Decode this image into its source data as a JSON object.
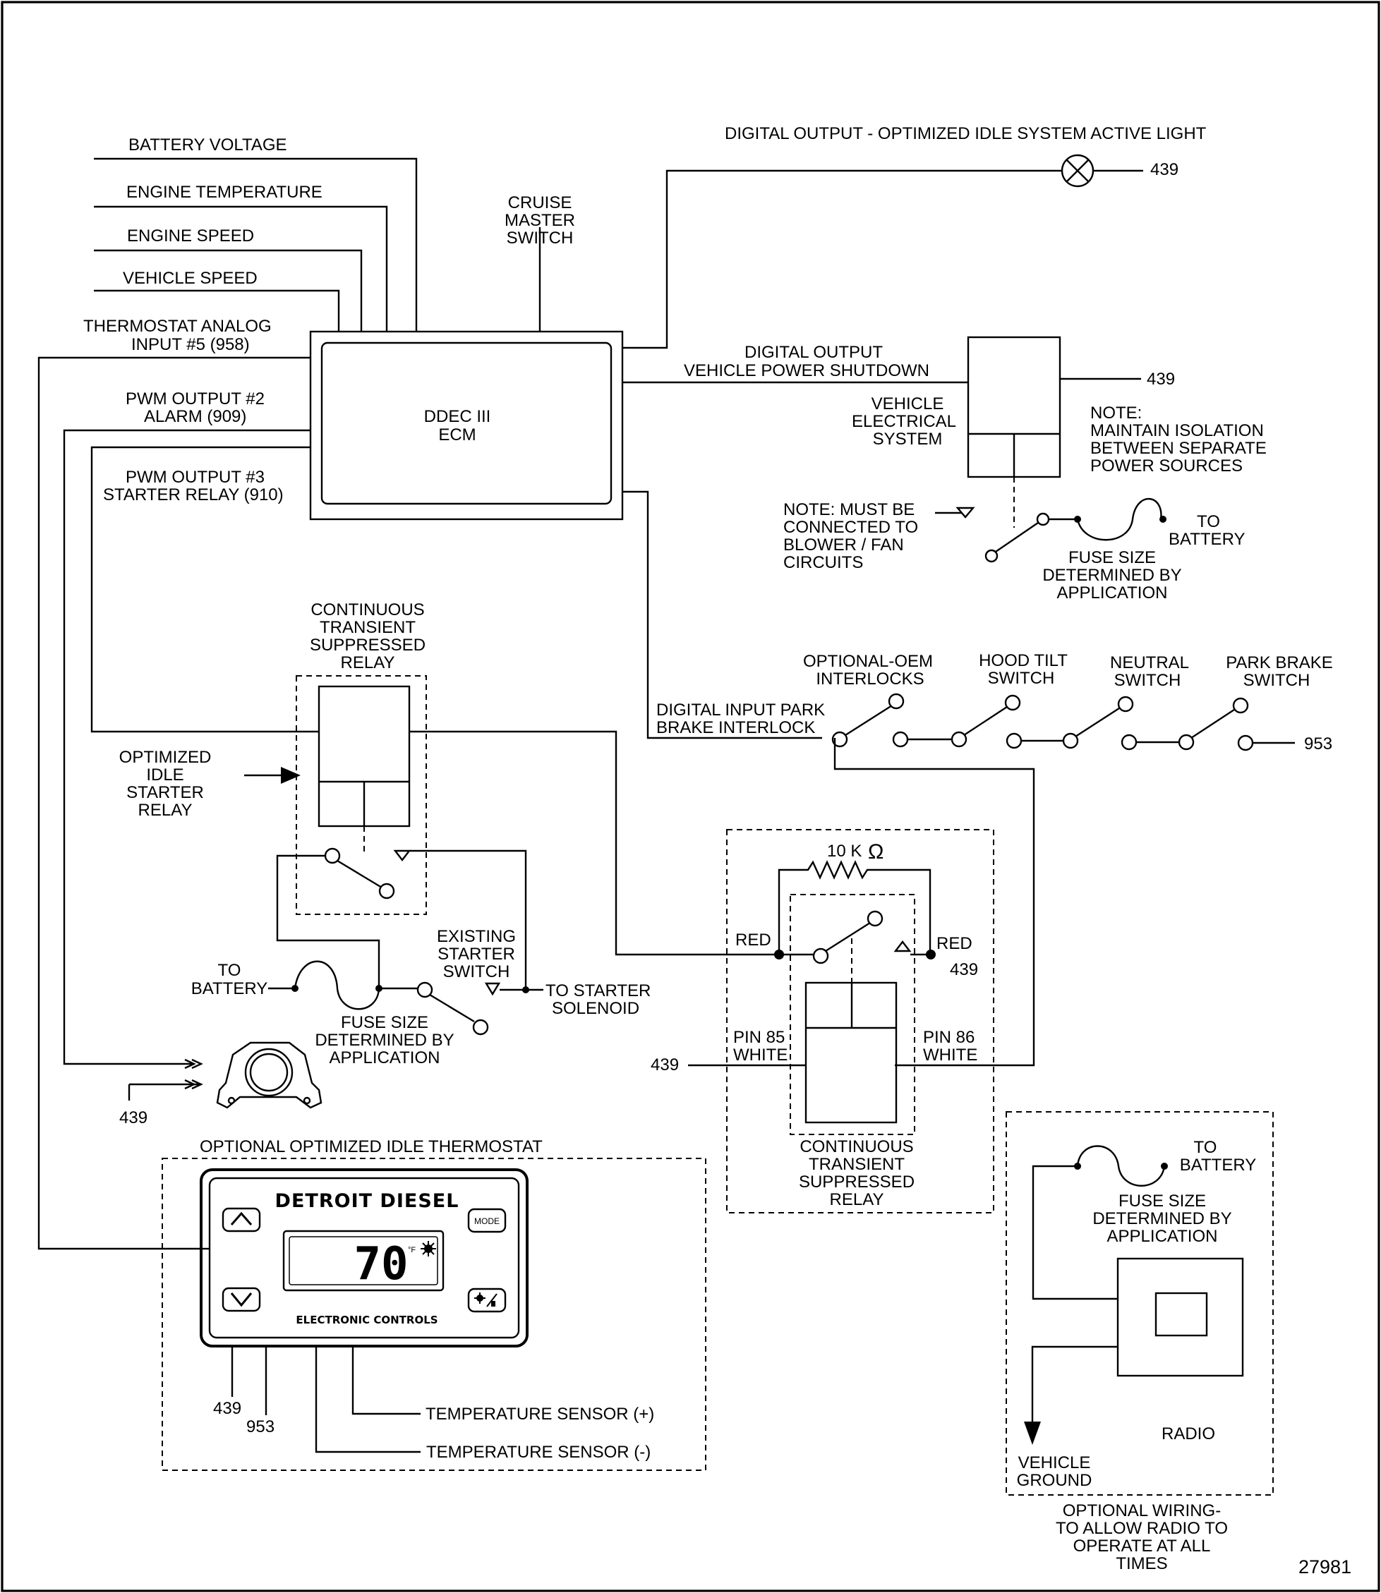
{
  "labels": {
    "battery_voltage": "BATTERY VOLTAGE",
    "engine_temperature": "ENGINE TEMPERATURE",
    "engine_speed": "ENGINE SPEED",
    "vehicle_speed": "VEHICLE SPEED",
    "thermostat_input": [
      "THERMOSTAT ANALOG",
      "INPUT #5 (958)"
    ],
    "pwm2": [
      "PWM OUTPUT #2",
      "ALARM (909)"
    ],
    "pwm3": [
      "PWM OUTPUT #3",
      "STARTER RELAY (910)"
    ],
    "cruise_master": [
      "CRUISE",
      "MASTER",
      "SWITCH"
    ],
    "ecm": [
      "DDEC III",
      "ECM"
    ],
    "active_light": "DIGITAL OUTPUT - OPTIMIZED IDLE  SYSTEM ACTIVE LIGHT",
    "wire_439": "439",
    "wire_953": "953",
    "power_shutdown": [
      "DIGITAL OUTPUT",
      "VEHICLE POWER SHUTDOWN"
    ],
    "vehicle_electrical": [
      "VEHICLE",
      "ELECTRICAL",
      "SYSTEM"
    ],
    "note_isolation": [
      "NOTE:",
      "MAINTAIN ISOLATION",
      "BETWEEN SEPARATE",
      "POWER SOURCES"
    ],
    "note_blower": [
      "NOTE:  MUST BE",
      "CONNECTED TO",
      "BLOWER / FAN",
      "CIRCUITS"
    ],
    "to_battery": [
      "TO",
      "BATTERY"
    ],
    "fuse_size": [
      "FUSE SIZE",
      "DETERMINED BY",
      "APPLICATION"
    ],
    "ctsr_top": [
      "CONTINUOUS",
      "TRANSIENT",
      "SUPPRESSED",
      "RELAY"
    ],
    "optional_oem": [
      "OPTIONAL-OEM",
      "INTERLOCKS"
    ],
    "hood_tilt": [
      "HOOD TILT",
      "SWITCH"
    ],
    "neutral": [
      "NEUTRAL",
      "SWITCH"
    ],
    "park_brake": [
      "PARK BRAKE",
      "SWITCH"
    ],
    "park_interlock": [
      "DIGITAL INPUT PARK",
      "BRAKE INTERLOCK"
    ],
    "oi_starter_relay": [
      "OPTIMIZED",
      "IDLE",
      "STARTER",
      "RELAY"
    ],
    "resistor": "10 K",
    "ohm": "Ω",
    "red": "RED",
    "existing_starter": [
      "EXISTING",
      "STARTER",
      "SWITCH"
    ],
    "to_starter": [
      "TO STARTER",
      "SOLENOID"
    ],
    "pin85": [
      "PIN 85",
      "WHITE"
    ],
    "pin86": [
      "PIN 86",
      "WHITE"
    ],
    "ctsr_bottom": [
      "CONTINUOUS",
      "TRANSIENT",
      "SUPPRESSED",
      "RELAY"
    ],
    "thermostat_title": "OPTIONAL OPTIMIZED IDLE THERMOSTAT",
    "temp_sensor_pos": "TEMPERATURE SENSOR (+)",
    "temp_sensor_neg": "TEMPERATURE SENSOR (-)",
    "radio": "RADIO",
    "vehicle_ground": [
      "VEHICLE",
      "GROUND"
    ],
    "optional_wiring": [
      "OPTIONAL WIRING-",
      "TO ALLOW RADIO TO",
      "OPERATE AT ALL",
      "TIMES"
    ],
    "figure_number": "27981"
  },
  "thermostat": {
    "brand": "DETROIT DIESEL",
    "mode_label": "MODE",
    "display_value": "70",
    "unit": "°F",
    "footer": "ELECTRONIC CONTROLS"
  }
}
